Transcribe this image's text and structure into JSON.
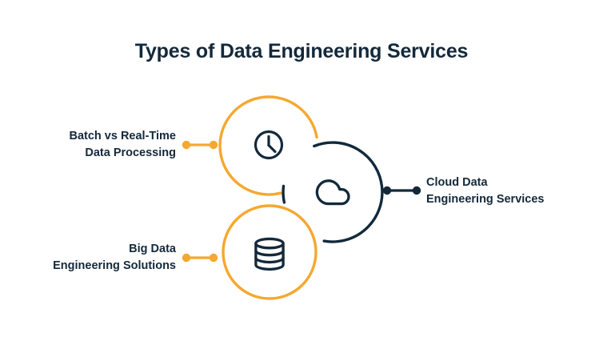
{
  "title": "Types of Data Engineering Services",
  "colors": {
    "navy": "#13293B",
    "yellow": "#F5A82F",
    "background": "#FFFFFF"
  },
  "items": [
    {
      "name": "batch-processing",
      "line1": "Batch vs Real-Time",
      "line2": "Data Processing",
      "icon": "clock-icon",
      "accent": "#F5A82F",
      "label_side": "left"
    },
    {
      "name": "cloud-engineering",
      "line1": "Cloud Data",
      "line2": "Engineering Services",
      "icon": "cloud-icon",
      "accent": "#13293B",
      "label_side": "right"
    },
    {
      "name": "big-data",
      "line1": "Big Data",
      "line2": "Engineering Solutions",
      "icon": "database-icon",
      "accent": "#F5A82F",
      "label_side": "left"
    }
  ]
}
